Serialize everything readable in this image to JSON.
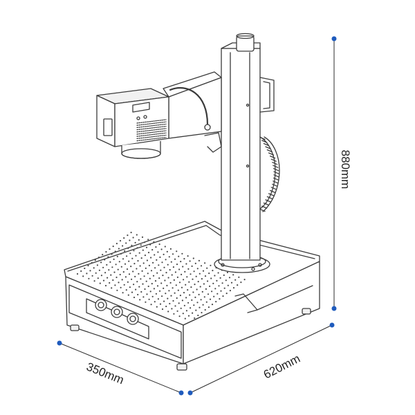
{
  "dimensions": {
    "height_label": "880mm",
    "depth_label": "350mm",
    "width_label": "620mm"
  },
  "colors": {
    "line": "#3a3a3a",
    "dimension_endpoint": "#1f5bbd",
    "background": "#ffffff"
  }
}
